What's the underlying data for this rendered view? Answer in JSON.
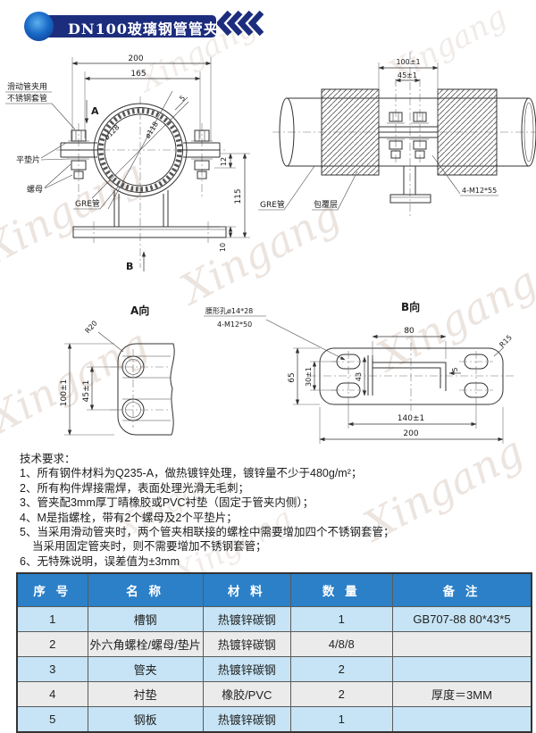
{
  "header": {
    "title": "DN100玻璃钢管管夹"
  },
  "watermark": {
    "text": "Xingang"
  },
  "front_view": {
    "dim_200": "200",
    "dim_165": "165",
    "dia_outer": "ø128",
    "dia_inner": "ø118",
    "dim_5": "5",
    "dim_12": "12",
    "dim_115": "115",
    "dim_10": "10",
    "label_sleeve_1": "滑动管夹用",
    "label_sleeve_2": "不锈钢套管",
    "label_washer": "平垫片",
    "label_nut": "螺母",
    "label_pipe": "GRE管",
    "view_a_mark": "A",
    "view_b_mark": "B"
  },
  "side_view": {
    "dim_100": "100±1",
    "dim_45": "45±1",
    "label_pipe": "GRE管",
    "label_clad": "包覆层",
    "label_bolt": "4-M12*55"
  },
  "view_a": {
    "title": "A向",
    "radius": "R20",
    "dim_100": "100±1",
    "dim_45": "45±1",
    "note_1": "腰形孔ø14*28",
    "note_2": "4-M12*50"
  },
  "view_b": {
    "title": "B向",
    "dim_80": "80",
    "dim_65": "65",
    "dim_30": "30±1",
    "dim_43": "43",
    "dim_5": "5",
    "dim_140": "140±1",
    "dim_200": "200",
    "radius": "R15"
  },
  "tech": {
    "heading": "技术要求：",
    "items": [
      "1、所有钢件材料为Q235-A，做热镀锌处理，镀锌量不少于480g/m²；",
      "2、所有构件焊接需焊，表面处理光滑无毛刺；",
      "3、管夹配3mm厚丁晴橡胶或PVC衬垫（固定于管夹内侧）；",
      "4、M是指螺栓，带有2个螺母及2个平垫片；",
      "5、当采用滑动管夹时，两个管夹相联接的螺栓中需要增加四个不锈钢套管；",
      "当采用固定管夹时，则不需要增加不锈钢套管；",
      "6、无特殊说明，误差值为±3mm"
    ]
  },
  "table": {
    "headers": [
      "序 号",
      "名 称",
      "材 料",
      "数 量",
      "备 注"
    ],
    "rows": [
      [
        "1",
        "槽钢",
        "热镀锌碳钢",
        "1",
        "GB707-88 80*43*5"
      ],
      [
        "2",
        "外六角螺栓/螺母/垫片",
        "热镀锌碳钢",
        "4/8/8",
        ""
      ],
      [
        "3",
        "管夹",
        "热镀锌碳钢",
        "2",
        ""
      ],
      [
        "4",
        "衬垫",
        "橡胶/PVC",
        "2",
        "厚度＝3MM"
      ],
      [
        "5",
        "钢板",
        "热镀锌碳钢",
        "1",
        ""
      ]
    ]
  },
  "colors": {
    "banner_navy": "#1d2d7d",
    "table_header_blue": "#2b80c8",
    "row_blue": "#c6e4f5",
    "row_gray": "#ebebeb"
  }
}
